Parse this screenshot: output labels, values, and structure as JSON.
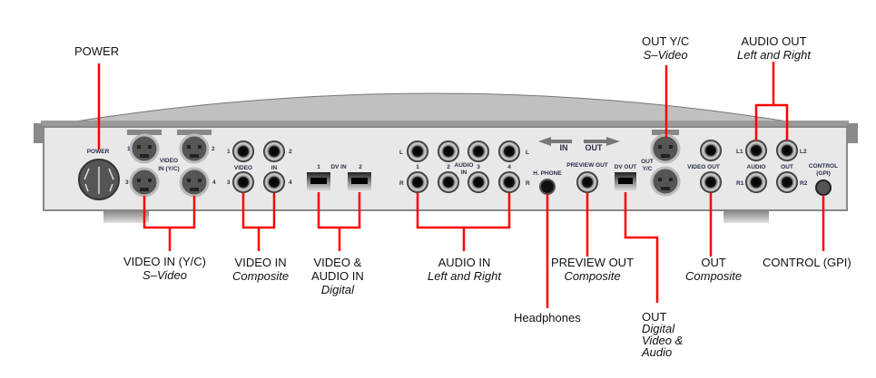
{
  "diagram": {
    "title": "Rear panel connections",
    "colors": {
      "leader_line": "#ff0000",
      "panel_face": "#e8e8e8",
      "chassis_top": "#c0c0c0",
      "chassis_rim": "#9a9a9a",
      "panel_label": "#2a2f4a",
      "callout_text": "#111111"
    },
    "panel_labels": {
      "power": "POWER",
      "video_in_yc_1": "VIDEO",
      "video_in_yc_2": "IN (Y/C)",
      "svideo_nums": [
        "1",
        "2",
        "3",
        "4"
      ],
      "comp_nums": [
        "1",
        "2",
        "3",
        "4"
      ],
      "comp_video": "VIDEO",
      "comp_in": "IN",
      "dv_in": "DV IN",
      "dv_in_nums": [
        "1",
        "2"
      ],
      "audio_L": "L",
      "audio_R": "R",
      "audio_nums": [
        "1",
        "2",
        "3",
        "4"
      ],
      "audio_in_1": "AUDIO",
      "audio_in_2": "IN",
      "arrow_in": "IN",
      "arrow_out": "OUT",
      "h_phone": "H. PHONE",
      "preview_out": "PREVIEW OUT",
      "dv_out": "DV OUT",
      "out_yc_1": "OUT",
      "out_yc_2": "Y/C",
      "video_out": "VIDEO OUT",
      "audio_out_a": "AUDIO",
      "audio_out_b": "OUT",
      "L1": "L1",
      "L2": "L2",
      "R1": "R1",
      "R2": "R2",
      "control_1": "CONTROL",
      "control_2": "(GPI)"
    },
    "callouts": [
      {
        "id": "power",
        "title": "POWER",
        "subtitle": ""
      },
      {
        "id": "out-yc",
        "title": "OUT Y/C",
        "subtitle": "S–Video"
      },
      {
        "id": "audio-out",
        "title": "AUDIO OUT",
        "subtitle": "Left and Right"
      },
      {
        "id": "video-in-yc",
        "title": "VIDEO IN (Y/C)",
        "subtitle": "S–Video"
      },
      {
        "id": "video-in-composite",
        "title": "VIDEO IN",
        "subtitle": "Composite"
      },
      {
        "id": "video-audio-in",
        "title": "VIDEO &",
        "title2": "AUDIO IN",
        "subtitle": "Digital"
      },
      {
        "id": "audio-in",
        "title": "AUDIO IN",
        "subtitle": "Left and Right"
      },
      {
        "id": "headphones",
        "title": "Headphones",
        "subtitle": ""
      },
      {
        "id": "preview-out",
        "title": "PREVIEW OUT",
        "subtitle": "Composite"
      },
      {
        "id": "dv-out",
        "title": "OUT",
        "subtitle": "Digital",
        "subtitle2": "Video &",
        "subtitle3": "Audio"
      },
      {
        "id": "out-composite",
        "title": "OUT",
        "subtitle": "Composite"
      },
      {
        "id": "control-gpi",
        "title": "CONTROL (GPI)",
        "subtitle": ""
      }
    ]
  }
}
